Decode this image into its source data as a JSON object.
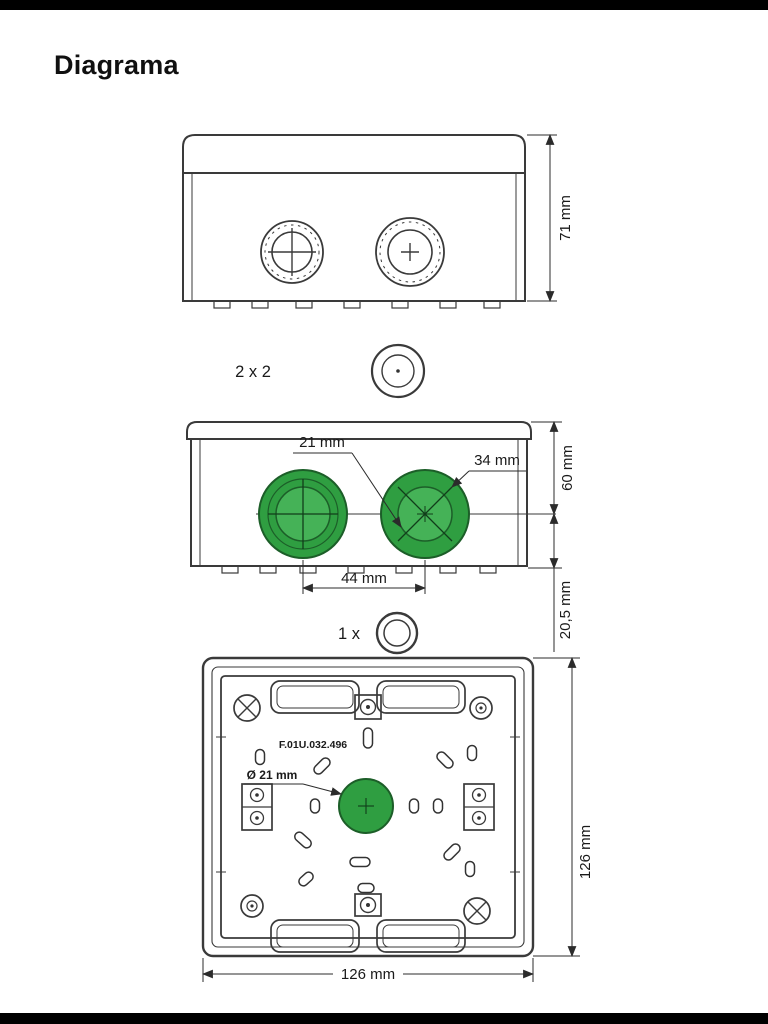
{
  "title": "Diagrama",
  "colors": {
    "green": "#2f9e41",
    "green_light": "#45b257",
    "green_dark": "#1c5e28",
    "line": "#3a3a3a"
  },
  "front_view": {
    "height": "71 mm"
  },
  "mid_view": {
    "knockout_count": "2 x 2",
    "inner_dia": "21 mm",
    "outer_dia": "34 mm",
    "spacing": "44 mm",
    "top_to_center": "60 mm",
    "center_to_bottom": "20,5 mm"
  },
  "back_view": {
    "ring_count": "1 x",
    "part_number": "F.01U.032.496",
    "hole_dia": "Ø 21 mm",
    "height": "126 mm",
    "width": "126 mm"
  }
}
